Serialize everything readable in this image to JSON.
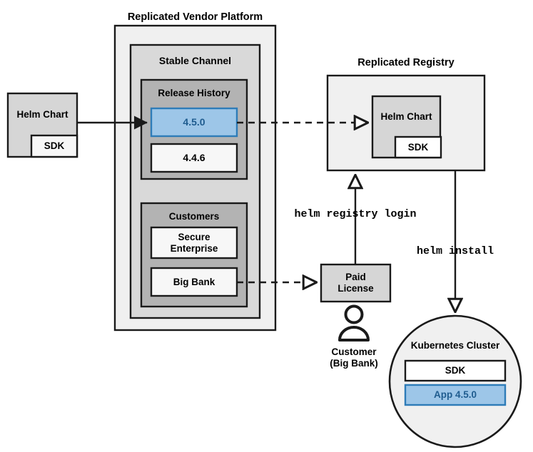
{
  "diagram": {
    "title_vendor_platform": "Replicated Vendor Platform",
    "title_registry": "Replicated Registry",
    "stable_channel": "Stable Channel",
    "release_history": "Release History",
    "release_current": "4.5.0",
    "release_previous": "4.4.6",
    "customers_group": "Customers",
    "customer_secure_enterprise": "Secure\nEnterprise",
    "customer_big_bank": "Big Bank",
    "source_helm_chart": "Helm Chart",
    "source_sdk": "SDK",
    "registry_helm_chart": "Helm Chart",
    "registry_sdk": "SDK",
    "paid_license": "Paid\nLicense",
    "customer_person_label": "Customer\n(Big Bank)",
    "kubernetes_cluster": "Kubernetes Cluster",
    "cluster_sdk": "SDK",
    "cluster_app": "App 4.5.0",
    "cmd_registry_login": "helm registry login",
    "cmd_helm_install": "helm install",
    "person_icon_name": "customer-person-icon",
    "colors": {
      "stroke": "#1a1a1a",
      "outer_fill": "#f0f0f0",
      "channel_fill": "#d9d9d9",
      "group_fill": "#b3b3b3",
      "white_fill": "#f7f7f7",
      "chart_fill": "#d6d6d6",
      "accent_fill": "#9dc6e8",
      "accent_stroke": "#2e7cb8",
      "accent_text": "#1f5c8f",
      "page_bg": "#ffffff"
    }
  }
}
